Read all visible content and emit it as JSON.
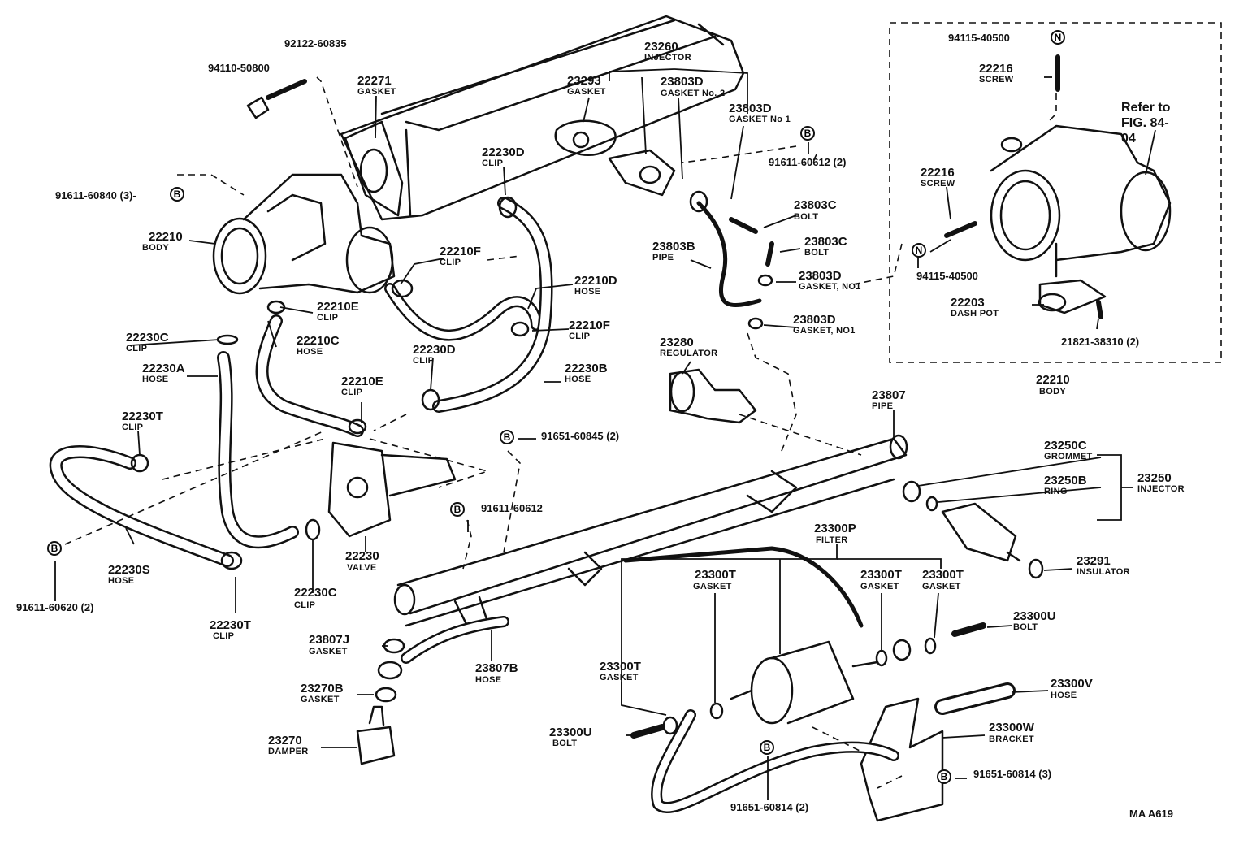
{
  "diagram_code": "MA A619",
  "inset": {
    "ref_text": "Refer to FIG. 84-04"
  },
  "callouts": [
    {
      "id": "c01",
      "num": "23260",
      "name": "INJECTOR"
    },
    {
      "id": "c02",
      "num": "23293",
      "name": "GASKET"
    },
    {
      "id": "c03",
      "num": "23803D",
      "name": "GASKET No. 2"
    },
    {
      "id": "c04",
      "num": "23803D",
      "name": "GASKET No 1"
    },
    {
      "id": "c05",
      "num": "22271",
      "name": "GASKET"
    },
    {
      "id": "c06",
      "num": "22230D",
      "name": "CLIP"
    },
    {
      "id": "c07",
      "num": "22210",
      "name": "BODY"
    },
    {
      "id": "c08",
      "num": "22210F",
      "name": "CLIP"
    },
    {
      "id": "c09",
      "num": "22210D",
      "name": "HOSE"
    },
    {
      "id": "c10",
      "num": "22210E",
      "name": "CLIP"
    },
    {
      "id": "c11",
      "num": "22210F",
      "name": "CLIP"
    },
    {
      "id": "c12",
      "num": "22230C",
      "name": "CLIP"
    },
    {
      "id": "c13",
      "num": "22210C",
      "name": "HOSE"
    },
    {
      "id": "c14",
      "num": "22230D",
      "name": "CLIP"
    },
    {
      "id": "c15",
      "num": "22230A",
      "name": "HOSE"
    },
    {
      "id": "c16",
      "num": "22230B",
      "name": "HOSE"
    },
    {
      "id": "c17",
      "num": "22210E",
      "name": "CLIP"
    },
    {
      "id": "c18",
      "num": "22230T",
      "name": "CLIP"
    },
    {
      "id": "c19",
      "num": "22230S",
      "name": "HOSE"
    },
    {
      "id": "c20",
      "num": "22230",
      "name": "VALVE"
    },
    {
      "id": "c21",
      "num": "22230T",
      "name": "CLIP"
    },
    {
      "id": "c22",
      "num": "22230C",
      "name": "CLIP"
    },
    {
      "id": "c23",
      "num": "23803C",
      "name": "BOLT"
    },
    {
      "id": "c24",
      "num": "23803C",
      "name": "BOLT"
    },
    {
      "id": "c25",
      "num": "23803B",
      "name": "PIPE"
    },
    {
      "id": "c26",
      "num": "23803D",
      "name": "GASKET, NO1"
    },
    {
      "id": "c27",
      "num": "23803D",
      "name": "GASKET, NO1"
    },
    {
      "id": "c28",
      "num": "23280",
      "name": "REGULATOR"
    },
    {
      "id": "c29",
      "num": "23807",
      "name": "PIPE"
    },
    {
      "id": "c30",
      "num": "23250C",
      "name": "GROMMET"
    },
    {
      "id": "c31",
      "num": "23250B",
      "name": "RING"
    },
    {
      "id": "c32",
      "num": "23250",
      "name": "INJECTOR"
    },
    {
      "id": "c33",
      "num": "23300P",
      "name": "FILTER"
    },
    {
      "id": "c34",
      "num": "23291",
      "name": "INSULATOR"
    },
    {
      "id": "c35",
      "num": "23300T",
      "name": "GASKET"
    },
    {
      "id": "c36",
      "num": "23300T",
      "name": "GASKET"
    },
    {
      "id": "c37",
      "num": "23300T",
      "name": "GASKET"
    },
    {
      "id": "c38",
      "num": "23300U",
      "name": "BOLT"
    },
    {
      "id": "c39",
      "num": "23807J",
      "name": "GASKET"
    },
    {
      "id": "c40",
      "num": "23807B",
      "name": "HOSE"
    },
    {
      "id": "c41",
      "num": "23270B",
      "name": "GASKET"
    },
    {
      "id": "c42",
      "num": "23300T",
      "name": "GASKET"
    },
    {
      "id": "c43",
      "num": "23300U",
      "name": "BOLT"
    },
    {
      "id": "c44",
      "num": "23300V",
      "name": "HOSE"
    },
    {
      "id": "c45",
      "num": "23300W",
      "name": "BRACKET"
    },
    {
      "id": "c46",
      "num": "23270",
      "name": "DAMPER"
    },
    {
      "id": "c47",
      "num": "22216",
      "name": "SCREW"
    },
    {
      "id": "c48",
      "num": "22216",
      "name": "SCREW"
    },
    {
      "id": "c49",
      "num": "22203",
      "name": "DASH POT"
    },
    {
      "id": "c50",
      "num": "22210",
      "name": "BODY"
    }
  ],
  "part_numbers": [
    {
      "id": "p01",
      "text": "92122-60835"
    },
    {
      "id": "p02",
      "text": "94110-50800"
    },
    {
      "id": "p03",
      "text": "91611-60840 (3)-",
      "mark": "B"
    },
    {
      "id": "p04",
      "text": "91611-60612 (2)",
      "mark": "B"
    },
    {
      "id": "p05",
      "text": "91651-60845 (2)",
      "mark": "B"
    },
    {
      "id": "p06",
      "text": "91611-60612",
      "mark": "B"
    },
    {
      "id": "p07",
      "text": "91611-60620 (2)",
      "mark": "B"
    },
    {
      "id": "p08",
      "text": "91651-60814 (2)",
      "mark": "B"
    },
    {
      "id": "p09",
      "text": "91651-60814 (3)",
      "mark": "B"
    },
    {
      "id": "p10",
      "text": "94115-40500",
      "mark": "N"
    },
    {
      "id": "p11",
      "text": "94115-40500",
      "mark": "N"
    },
    {
      "id": "p12",
      "text": "21821-38310 (2)"
    }
  ]
}
